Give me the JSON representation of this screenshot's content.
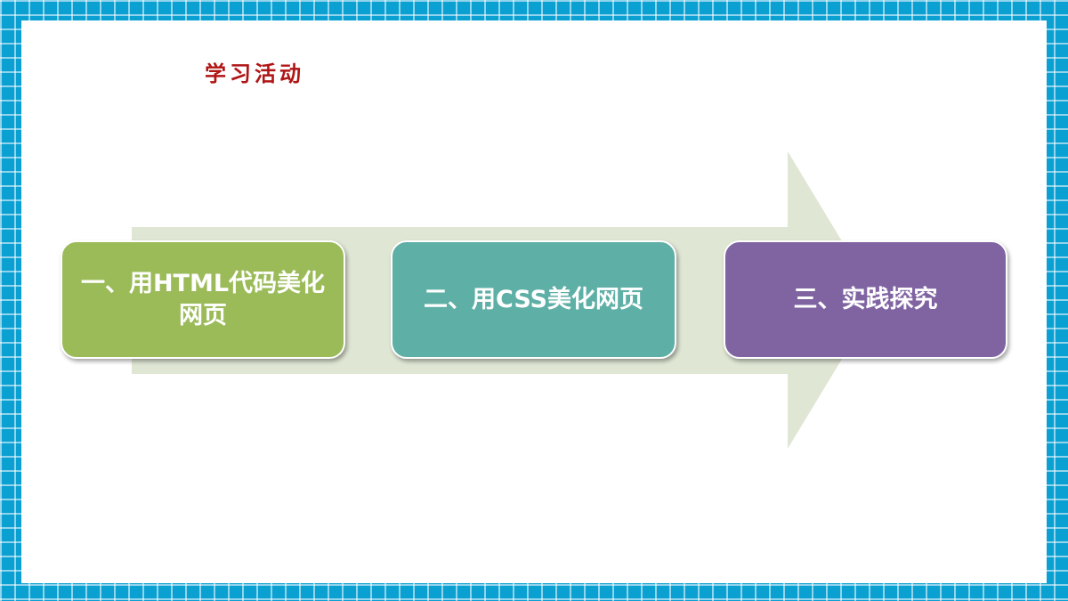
{
  "slide": {
    "title": "学习活动",
    "steps": [
      {
        "label": "一、用HTML代码美化网页",
        "color": "#9bbb59"
      },
      {
        "label": "二、用CSS美化网页",
        "color": "#5eafa5"
      },
      {
        "label": "三、实践探究",
        "color": "#8064a2"
      }
    ],
    "arrow_color": "#dfe6d4",
    "frame_color": "#0aa0d2"
  }
}
